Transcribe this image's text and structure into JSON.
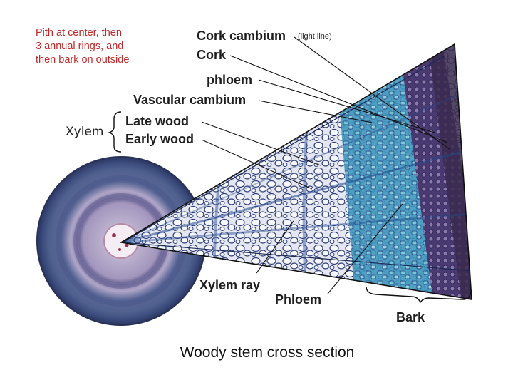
{
  "note": {
    "lines": [
      "Pith at center, then",
      "3 annual rings, and",
      "then bark on outside"
    ],
    "color": "#c0282a"
  },
  "labels": {
    "cork_cambium": "Cork cambium",
    "light_line": "(light line)",
    "cork": "Cork",
    "phloem_top": "phloem",
    "vascular_cambium": "Vascular cambium",
    "late_wood": "Late wood",
    "early_wood": "Early wood",
    "xylem": "Xylem",
    "xylem_ray": "Xylem ray",
    "phloem_bottom": "Phloem",
    "bark": "Bark"
  },
  "caption": "Woody stem cross section",
  "colors": {
    "xylem_tissue": "#d9dde8",
    "phloem_tissue": "#4a9fc0",
    "bark_tissue": "#5a3a6a",
    "cell_wall": "#2a3a78",
    "cross_section_outer": "#4a5a88",
    "cross_section_inner": "#c8bfd8"
  }
}
